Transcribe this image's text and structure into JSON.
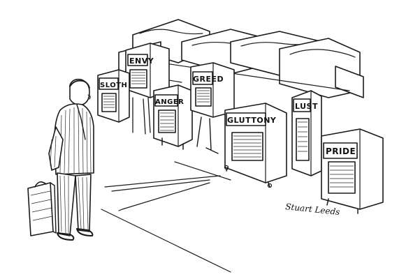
{
  "cartoon": {
    "labels": {
      "envy": "ENVY",
      "sloth": "SLOTH",
      "anger": "ANGER",
      "greed": "GREED",
      "gluttony": "GLUTTONY",
      "lust": "LUST",
      "pride": "PRIDE"
    },
    "signature": "Stuart Leeds"
  },
  "colors": {
    "ink": "#1a1a1a",
    "paper": "#ffffff"
  }
}
